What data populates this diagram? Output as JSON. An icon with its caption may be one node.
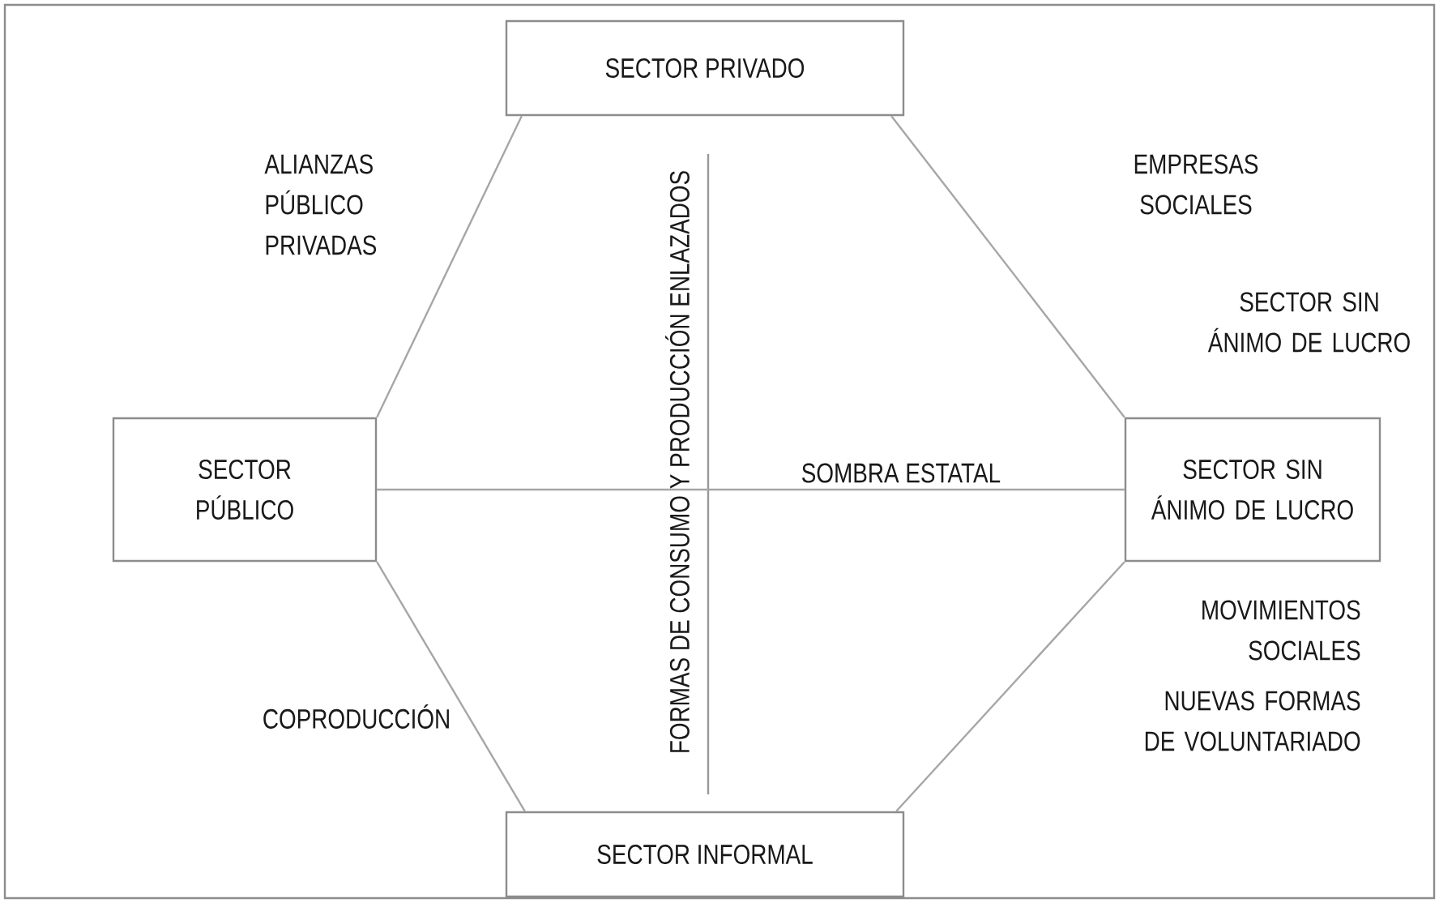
{
  "diagram": {
    "nodes": [
      {
        "text": [
          "SECTOR PRIVADO"
        ]
      },
      {
        "text": [
          "SECTOR PÚBLICO"
        ]
      },
      {
        "text": [
          "FORMAS DE CONSUMO Y PRODUCCIÓN ENLAZADOS"
        ]
      },
      {
        "text": [
          "SECTOR SIN ÁNIMO DE LUCRO"
        ]
      },
      {
        "text": [
          "SECTOR INFORMAL"
        ]
      }
    ],
    "edges": [
      {
        "from": 0,
        "to": 1,
        "arrow": "none"
      },
      {
        "from": 0,
        "to": 3,
        "arrow": "none"
      },
      {
        "from": 1,
        "to": 4,
        "arrow": "none"
      },
      {
        "from": 3,
        "to": 4,
        "arrow": "none"
      },
      {
        "from": 1,
        "to": 2,
        "arrow": "none"
      },
      {
        "from": 2,
        "to": 3,
        "arrow": "none",
        "label": "SOMBRA ESTATAL"
      }
    ],
    "labels": [
      "ALIANZAS PÚBLICO PRIVADAS",
      "EMPRESAS SOCIALES",
      "SECTOR SIN ÁNIMO DE LUCRO",
      "COPRODUCCIÓN",
      "MOVIMIENTOS SOCIALES",
      "NUEVAS FORMAS DE VOLUNTARIADO"
    ]
  }
}
